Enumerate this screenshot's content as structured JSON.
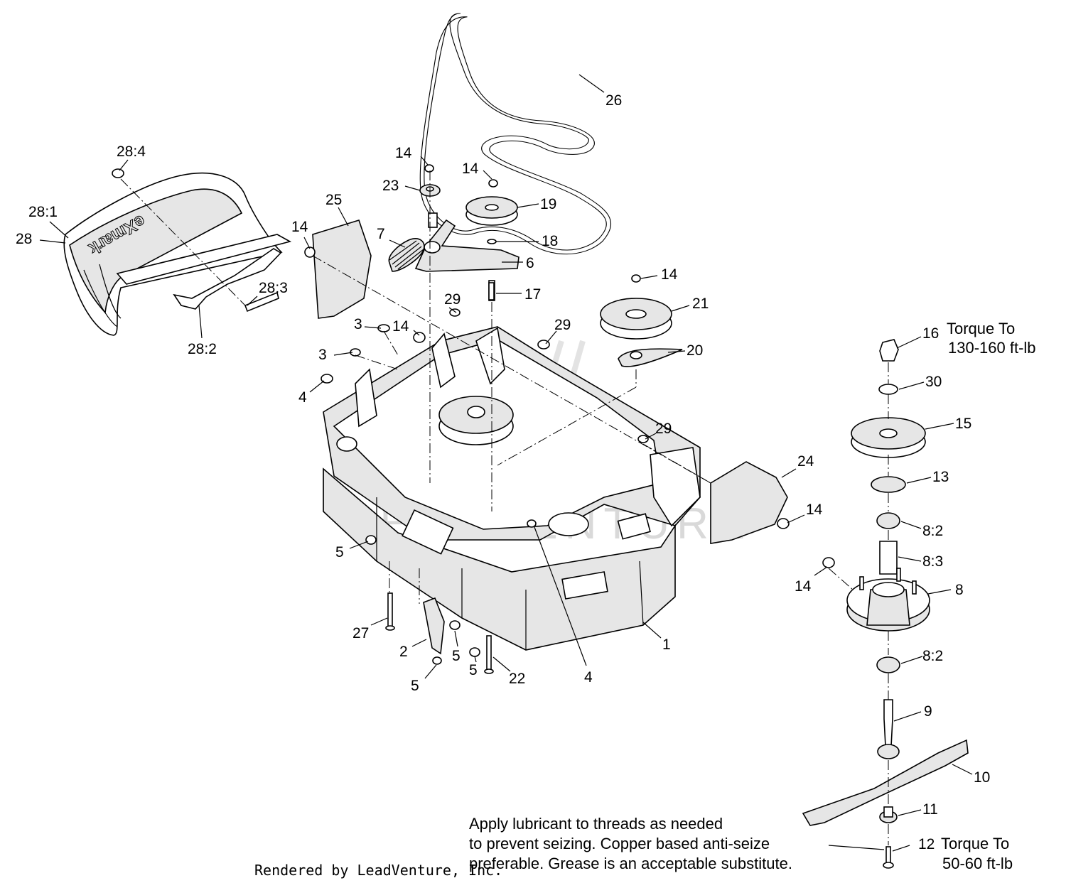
{
  "watermark": "LEADVENTURE",
  "credit": "Rendered by LeadVenture, Inc.",
  "callouts": [
    {
      "id": "c26",
      "text": "26"
    },
    {
      "id": "c28-4",
      "text": "28:4"
    },
    {
      "id": "c28-1",
      "text": "28:1"
    },
    {
      "id": "c28",
      "text": "28"
    },
    {
      "id": "c28-3",
      "text": "28:3"
    },
    {
      "id": "c28-2",
      "text": "28:2"
    },
    {
      "id": "c14a",
      "text": "14"
    },
    {
      "id": "c23",
      "text": "23"
    },
    {
      "id": "c14b",
      "text": "14"
    },
    {
      "id": "c19",
      "text": "19"
    },
    {
      "id": "c25",
      "text": "25"
    },
    {
      "id": "c14c",
      "text": "14"
    },
    {
      "id": "c7",
      "text": "7"
    },
    {
      "id": "c18",
      "text": "18"
    },
    {
      "id": "c6",
      "text": "6"
    },
    {
      "id": "c14d",
      "text": "14"
    },
    {
      "id": "c17",
      "text": "17"
    },
    {
      "id": "c21",
      "text": "21"
    },
    {
      "id": "c29a",
      "text": "29"
    },
    {
      "id": "c3a",
      "text": "3"
    },
    {
      "id": "c14e",
      "text": "14"
    },
    {
      "id": "c29b",
      "text": "29"
    },
    {
      "id": "c20",
      "text": "20"
    },
    {
      "id": "c3b",
      "text": "3"
    },
    {
      "id": "c4a",
      "text": "4"
    },
    {
      "id": "c29c",
      "text": "29"
    },
    {
      "id": "c24",
      "text": "24"
    },
    {
      "id": "c14f",
      "text": "14"
    },
    {
      "id": "c5a",
      "text": "5"
    },
    {
      "id": "c27",
      "text": "27"
    },
    {
      "id": "c2",
      "text": "2"
    },
    {
      "id": "c5b",
      "text": "5"
    },
    {
      "id": "c5c",
      "text": "5"
    },
    {
      "id": "c22",
      "text": "22"
    },
    {
      "id": "c5d",
      "text": "5"
    },
    {
      "id": "c4b",
      "text": "4"
    },
    {
      "id": "c1",
      "text": "1"
    },
    {
      "id": "c16",
      "text": "16"
    },
    {
      "id": "c30",
      "text": "30"
    },
    {
      "id": "c15",
      "text": "15"
    },
    {
      "id": "c13",
      "text": "13"
    },
    {
      "id": "c8-2a",
      "text": "8:2"
    },
    {
      "id": "c8-3",
      "text": "8:3"
    },
    {
      "id": "c14g",
      "text": "14"
    },
    {
      "id": "c8",
      "text": "8"
    },
    {
      "id": "c8-2b",
      "text": "8:2"
    },
    {
      "id": "c9",
      "text": "9"
    },
    {
      "id": "c10",
      "text": "10"
    },
    {
      "id": "c11",
      "text": "11"
    },
    {
      "id": "c12",
      "text": "12"
    }
  ],
  "torque_16": {
    "line1": "Torque To",
    "line2": "130-160 ft-lb"
  },
  "torque_12": {
    "line1": "Torque To",
    "line2": "50-60 ft-lb"
  },
  "note": {
    "line1": "Apply lubricant to threads as needed",
    "line2": "to prevent seizing. Copper based anti-seize",
    "line3": "preferable. Grease is an acceptable substitute."
  }
}
